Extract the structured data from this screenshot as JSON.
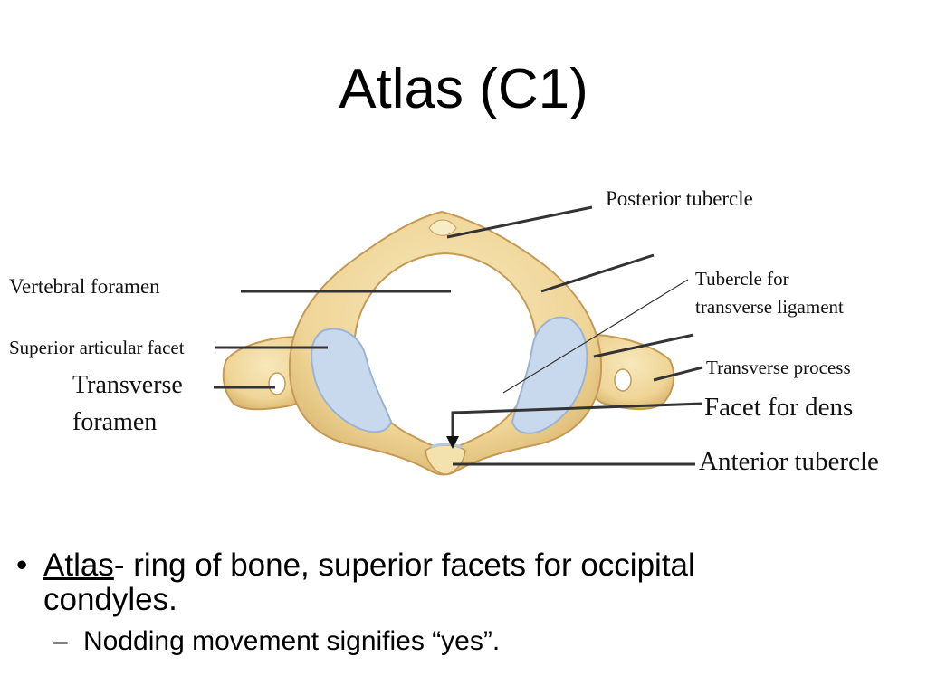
{
  "slide": {
    "title": "Atlas (C1)"
  },
  "labels": {
    "posterior_tubercle": "Posterior tubercle",
    "vertebral_foramen": "Vertebral foramen",
    "tubercle_transverse_ligament_1": "Tubercle for",
    "tubercle_transverse_ligament_2": "transverse ligament",
    "superior_articular_facet": "Superior articular facet",
    "transverse_foramen_1": "Transverse",
    "transverse_foramen_2": "foramen",
    "transverse_process": "Transverse process",
    "facet_for_dens": "Facet for dens",
    "anterior_tubercle": "Anterior tubercle"
  },
  "bullets": {
    "main_term": "Atlas",
    "main_text_1": "- ring of bone, superior facets for occipital",
    "main_text_2": "condyles.",
    "sub_text": "Nodding movement signifies “yes”."
  },
  "colors": {
    "bone": "#f1dca1",
    "bone_shadow": "#d7b36a",
    "facet": "#c7d8ec",
    "facet_edge": "#9db6d6"
  }
}
